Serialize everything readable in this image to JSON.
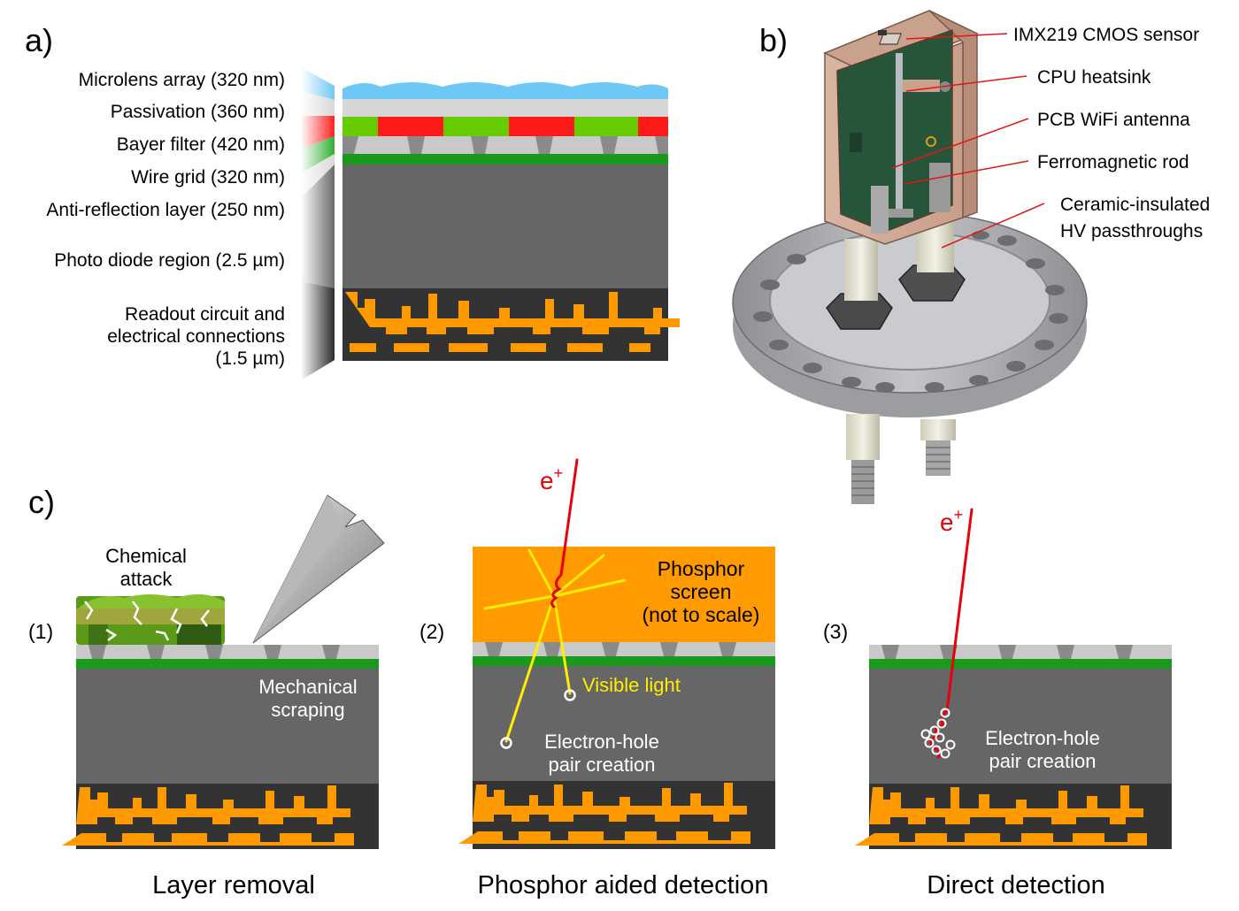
{
  "panel_a": {
    "label": "a)",
    "layers": [
      {
        "text": "Microlens array (320 nm)"
      },
      {
        "text": "Passivation (360 nm)"
      },
      {
        "text": "Bayer filter (420 nm)"
      },
      {
        "text": "Wire grid (320 nm)"
      },
      {
        "text": "Anti-reflection layer (250 nm)"
      },
      {
        "text": "Photo diode region (2.5 µm)"
      }
    ],
    "readout": [
      "Readout circuit and",
      "electrical connections",
      "(1.5 µm)"
    ]
  },
  "panel_b": {
    "label": "b)",
    "callouts": [
      {
        "text": "IMX219 CMOS sensor"
      },
      {
        "text": "CPU heatsink"
      },
      {
        "text": "PCB WiFi antenna"
      },
      {
        "text": "Ferromagnetic rod"
      },
      {
        "text": "Ceramic-insulated"
      },
      {
        "text": "HV passthroughs"
      }
    ]
  },
  "panel_c": {
    "label": "c)",
    "sub1": {
      "num": "(1)",
      "chemical": [
        "Chemical",
        "attack"
      ],
      "mechanical": [
        "Mechanical",
        "scraping"
      ],
      "caption": "Layer removal"
    },
    "sub2": {
      "num": "(2)",
      "particle": "e",
      "particle_sup": "+",
      "phosphor": [
        "Phosphor",
        "screen",
        "(not to scale)"
      ],
      "visible": "Visible light",
      "pair": [
        "Electron-hole",
        "pair creation"
      ],
      "caption": "Phosphor aided detection"
    },
    "sub3": {
      "num": "(3)",
      "particle": "e",
      "particle_sup": "+",
      "pair": [
        "Electron-hole",
        "pair creation"
      ],
      "caption": "Direct detection"
    }
  },
  "colors": {
    "microlens": "#6ec8f6",
    "bayer_red": "#ff1a1a",
    "bayer_green": "#66cc00",
    "wire_grid": "#1a9a1a",
    "silicon": "#666666",
    "readout_bg": "#333333",
    "readout_metal": "#ff9900",
    "phosphor": "#ff9a00",
    "track": "#e8000b",
    "light": "#ffee00"
  }
}
